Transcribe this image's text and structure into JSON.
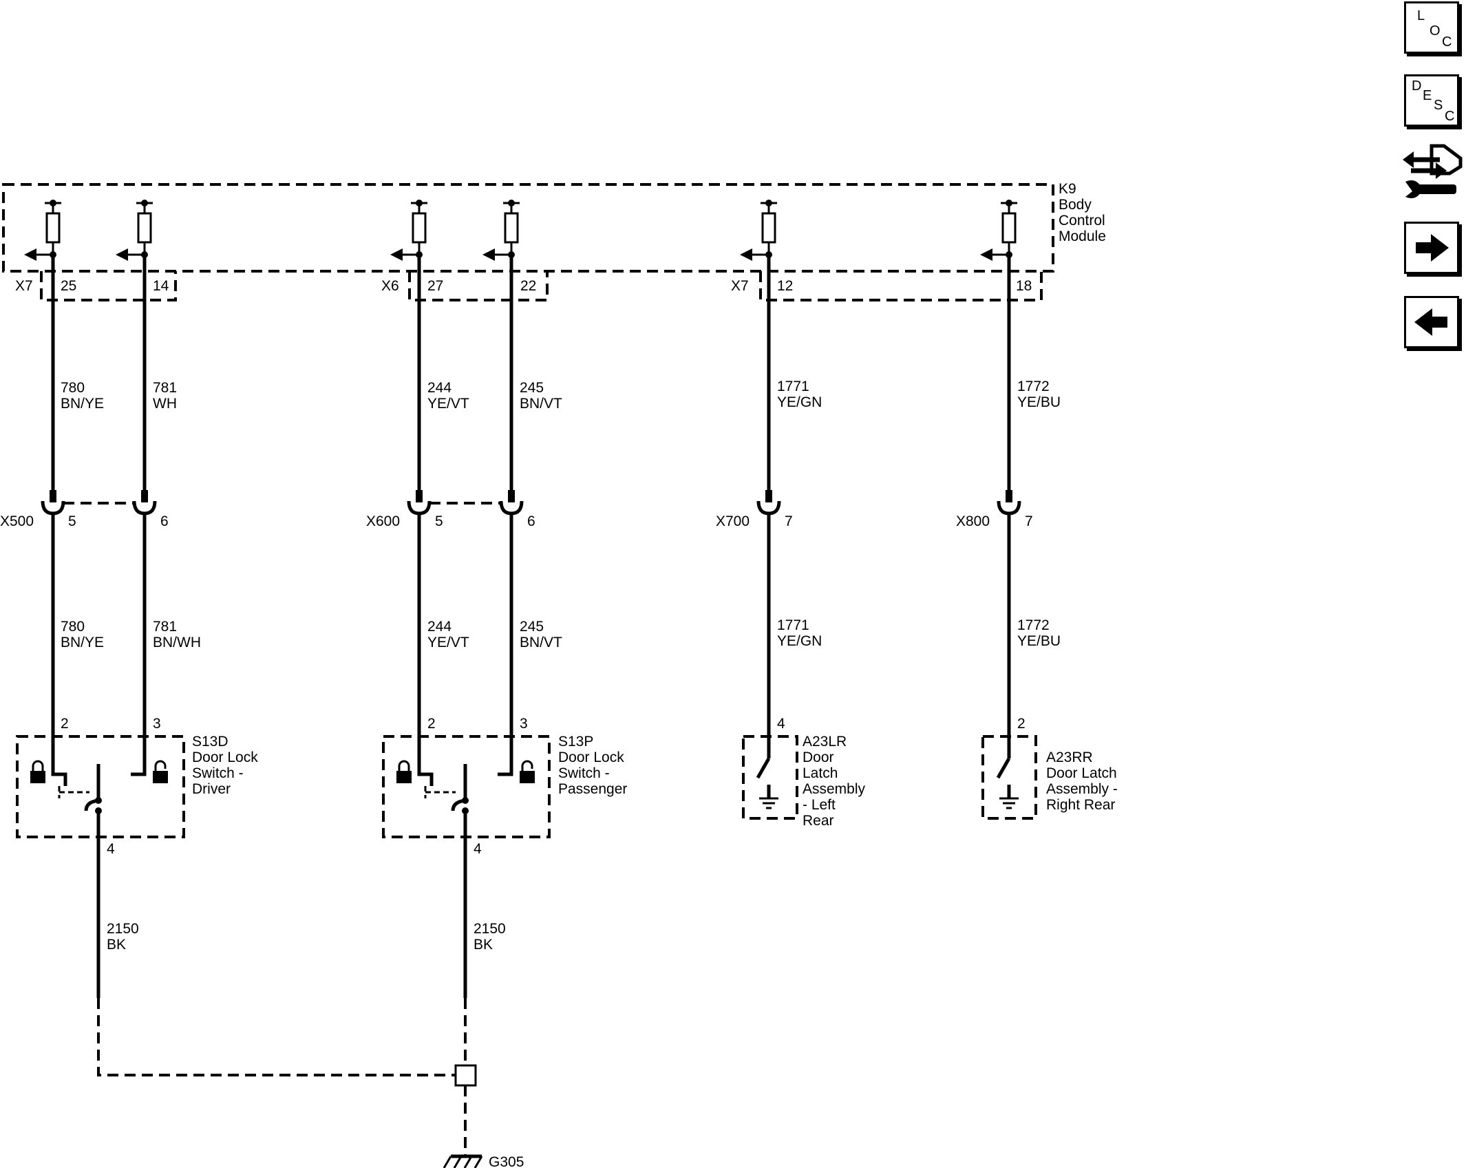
{
  "nav": {
    "loc": [
      "L",
      "O",
      "C"
    ],
    "desc": [
      "D",
      "E",
      "S",
      "C"
    ],
    "icons": [
      "connector-tool-icon",
      "forward-arrow-icon",
      "back-arrow-icon"
    ]
  },
  "module": {
    "id": "K9",
    "name_lines": [
      "Body",
      "Control",
      "Module"
    ],
    "connectors": [
      {
        "name": "X7",
        "pins": [
          "25",
          "14"
        ]
      },
      {
        "name": "X6",
        "pins": [
          "27",
          "22"
        ]
      },
      {
        "name": "X7",
        "pins": [
          "12"
        ]
      },
      {
        "pins": [
          "18"
        ]
      }
    ]
  },
  "circuits_upper": [
    {
      "number": "780",
      "color": "BN/YE"
    },
    {
      "number": "781",
      "color": "WH"
    },
    {
      "number": "244",
      "color": "YE/VT"
    },
    {
      "number": "245",
      "color": "BN/VT"
    },
    {
      "number": "1771",
      "color": "YE/GN"
    },
    {
      "number": "1772",
      "color": "YE/BU"
    }
  ],
  "inline_connectors": [
    {
      "name": "X500",
      "pins": [
        "5",
        "6"
      ]
    },
    {
      "name": "X600",
      "pins": [
        "5",
        "6"
      ]
    },
    {
      "name": "X700",
      "pins": [
        "7"
      ]
    },
    {
      "name": "X800",
      "pins": [
        "7"
      ]
    }
  ],
  "circuits_lower": [
    {
      "number": "780",
      "color": "BN/YE"
    },
    {
      "number": "781",
      "color": "BN/WH"
    },
    {
      "number": "244",
      "color": "YE/VT"
    },
    {
      "number": "245",
      "color": "BN/VT"
    },
    {
      "number": "1771",
      "color": "YE/GN"
    },
    {
      "number": "1772",
      "color": "YE/BU"
    }
  ],
  "components": [
    {
      "id": "S13D",
      "lines": [
        "Door Lock",
        "Switch -",
        "Driver"
      ],
      "pins": [
        "2",
        "3",
        "4"
      ]
    },
    {
      "id": "S13P",
      "lines": [
        "Door Lock",
        "Switch -",
        "Passenger"
      ],
      "pins": [
        "2",
        "3",
        "4"
      ]
    },
    {
      "id": "A23LR",
      "lines": [
        "Door",
        "Latch",
        "Assembly",
        "- Left",
        "Rear"
      ],
      "pins": [
        "4"
      ]
    },
    {
      "id": "A23RR",
      "lines": [
        "Door Latch",
        "Assembly -",
        "Right Rear"
      ],
      "pins": [
        "2"
      ]
    }
  ],
  "ground_circuits": [
    {
      "number": "2150",
      "color": "BK"
    },
    {
      "number": "2150",
      "color": "BK"
    }
  ],
  "ground": {
    "id": "G305"
  }
}
